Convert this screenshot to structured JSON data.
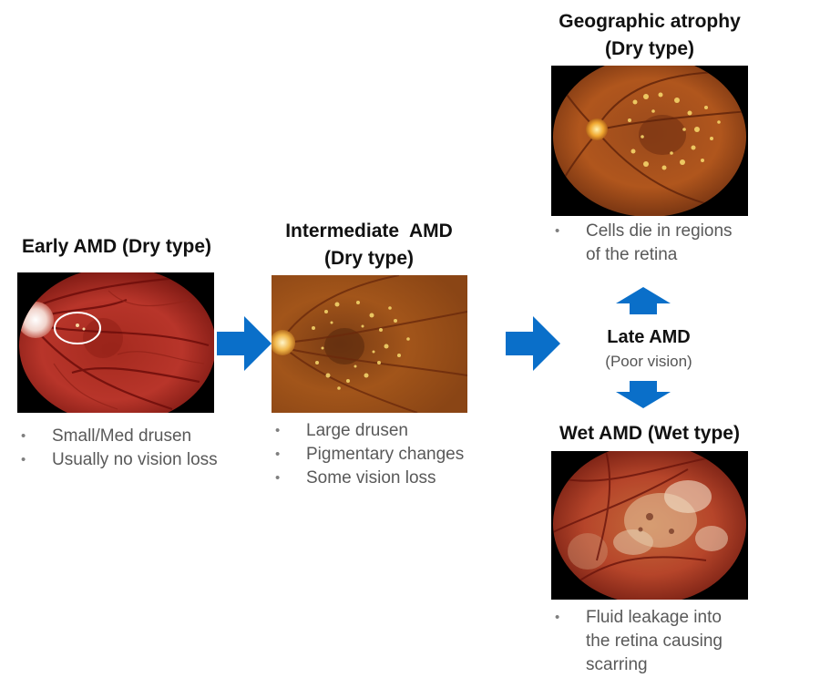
{
  "colors": {
    "arrow": "#0a6fc9",
    "title_text": "#111111",
    "body_text": "#595959"
  },
  "stages": {
    "early": {
      "title": "Early AMD (Dry type)",
      "bullets": [
        "Small/Med drusen",
        "Usually no vision loss"
      ]
    },
    "intermediate": {
      "title_line1": "Intermediate  AMD",
      "title_line2": "(Dry type)",
      "bullets": [
        "Large drusen",
        "Pigmentary changes",
        "Some vision loss"
      ]
    },
    "late": {
      "title": "Late AMD",
      "subtitle": "(Poor vision)"
    },
    "geographic": {
      "title_line1": "Geographic atrophy",
      "title_line2": "(Dry type)",
      "bullets_lines": [
        "Cells die in regions",
        "of the retina"
      ]
    },
    "wet": {
      "title": "Wet AMD (Wet type)",
      "bullets_lines": [
        "Fluid leakage into",
        "the retina causing",
        "scarring"
      ]
    }
  }
}
